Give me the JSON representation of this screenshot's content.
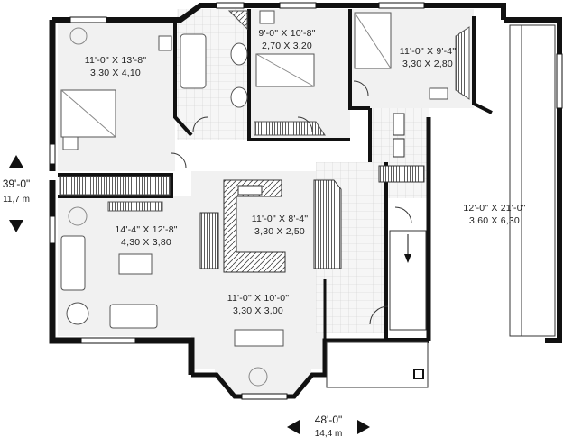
{
  "rooms": [
    {
      "id": "bedroom-1",
      "imperial": "11'-0\" X 13'-8\"",
      "metric": "3,30 X 4,10"
    },
    {
      "id": "bedroom-2",
      "imperial": "9'-0\" X 10'-8\"",
      "metric": "2,70 X 3,20"
    },
    {
      "id": "bedroom-3",
      "imperial": "11'-0\" X 9'-4\"",
      "metric": "3,30 X 2,80"
    },
    {
      "id": "living-room",
      "imperial": "14'-4\" X 12'-8\"",
      "metric": "4,30 X 3,80"
    },
    {
      "id": "kitchen",
      "imperial": "11'-0\" X 8'-4\"",
      "metric": "3,30 X 2,50"
    },
    {
      "id": "dining-room",
      "imperial": "11'-0\" X 10'-0\"",
      "metric": "3,30 X 3,00"
    },
    {
      "id": "garage",
      "imperial": "12'-0\" X 21'-0\"",
      "metric": "3,60 X 6,30"
    }
  ],
  "overall": {
    "depth": {
      "imperial": "39'-0\"",
      "metric": "11,7 m"
    },
    "width": {
      "imperial": "48'-0\"",
      "metric": "14,4 m"
    }
  },
  "colors": {
    "wall": "#111111",
    "floor": "#f1f1f1",
    "tile": "#cfcfcf",
    "furniture": "#555555"
  }
}
